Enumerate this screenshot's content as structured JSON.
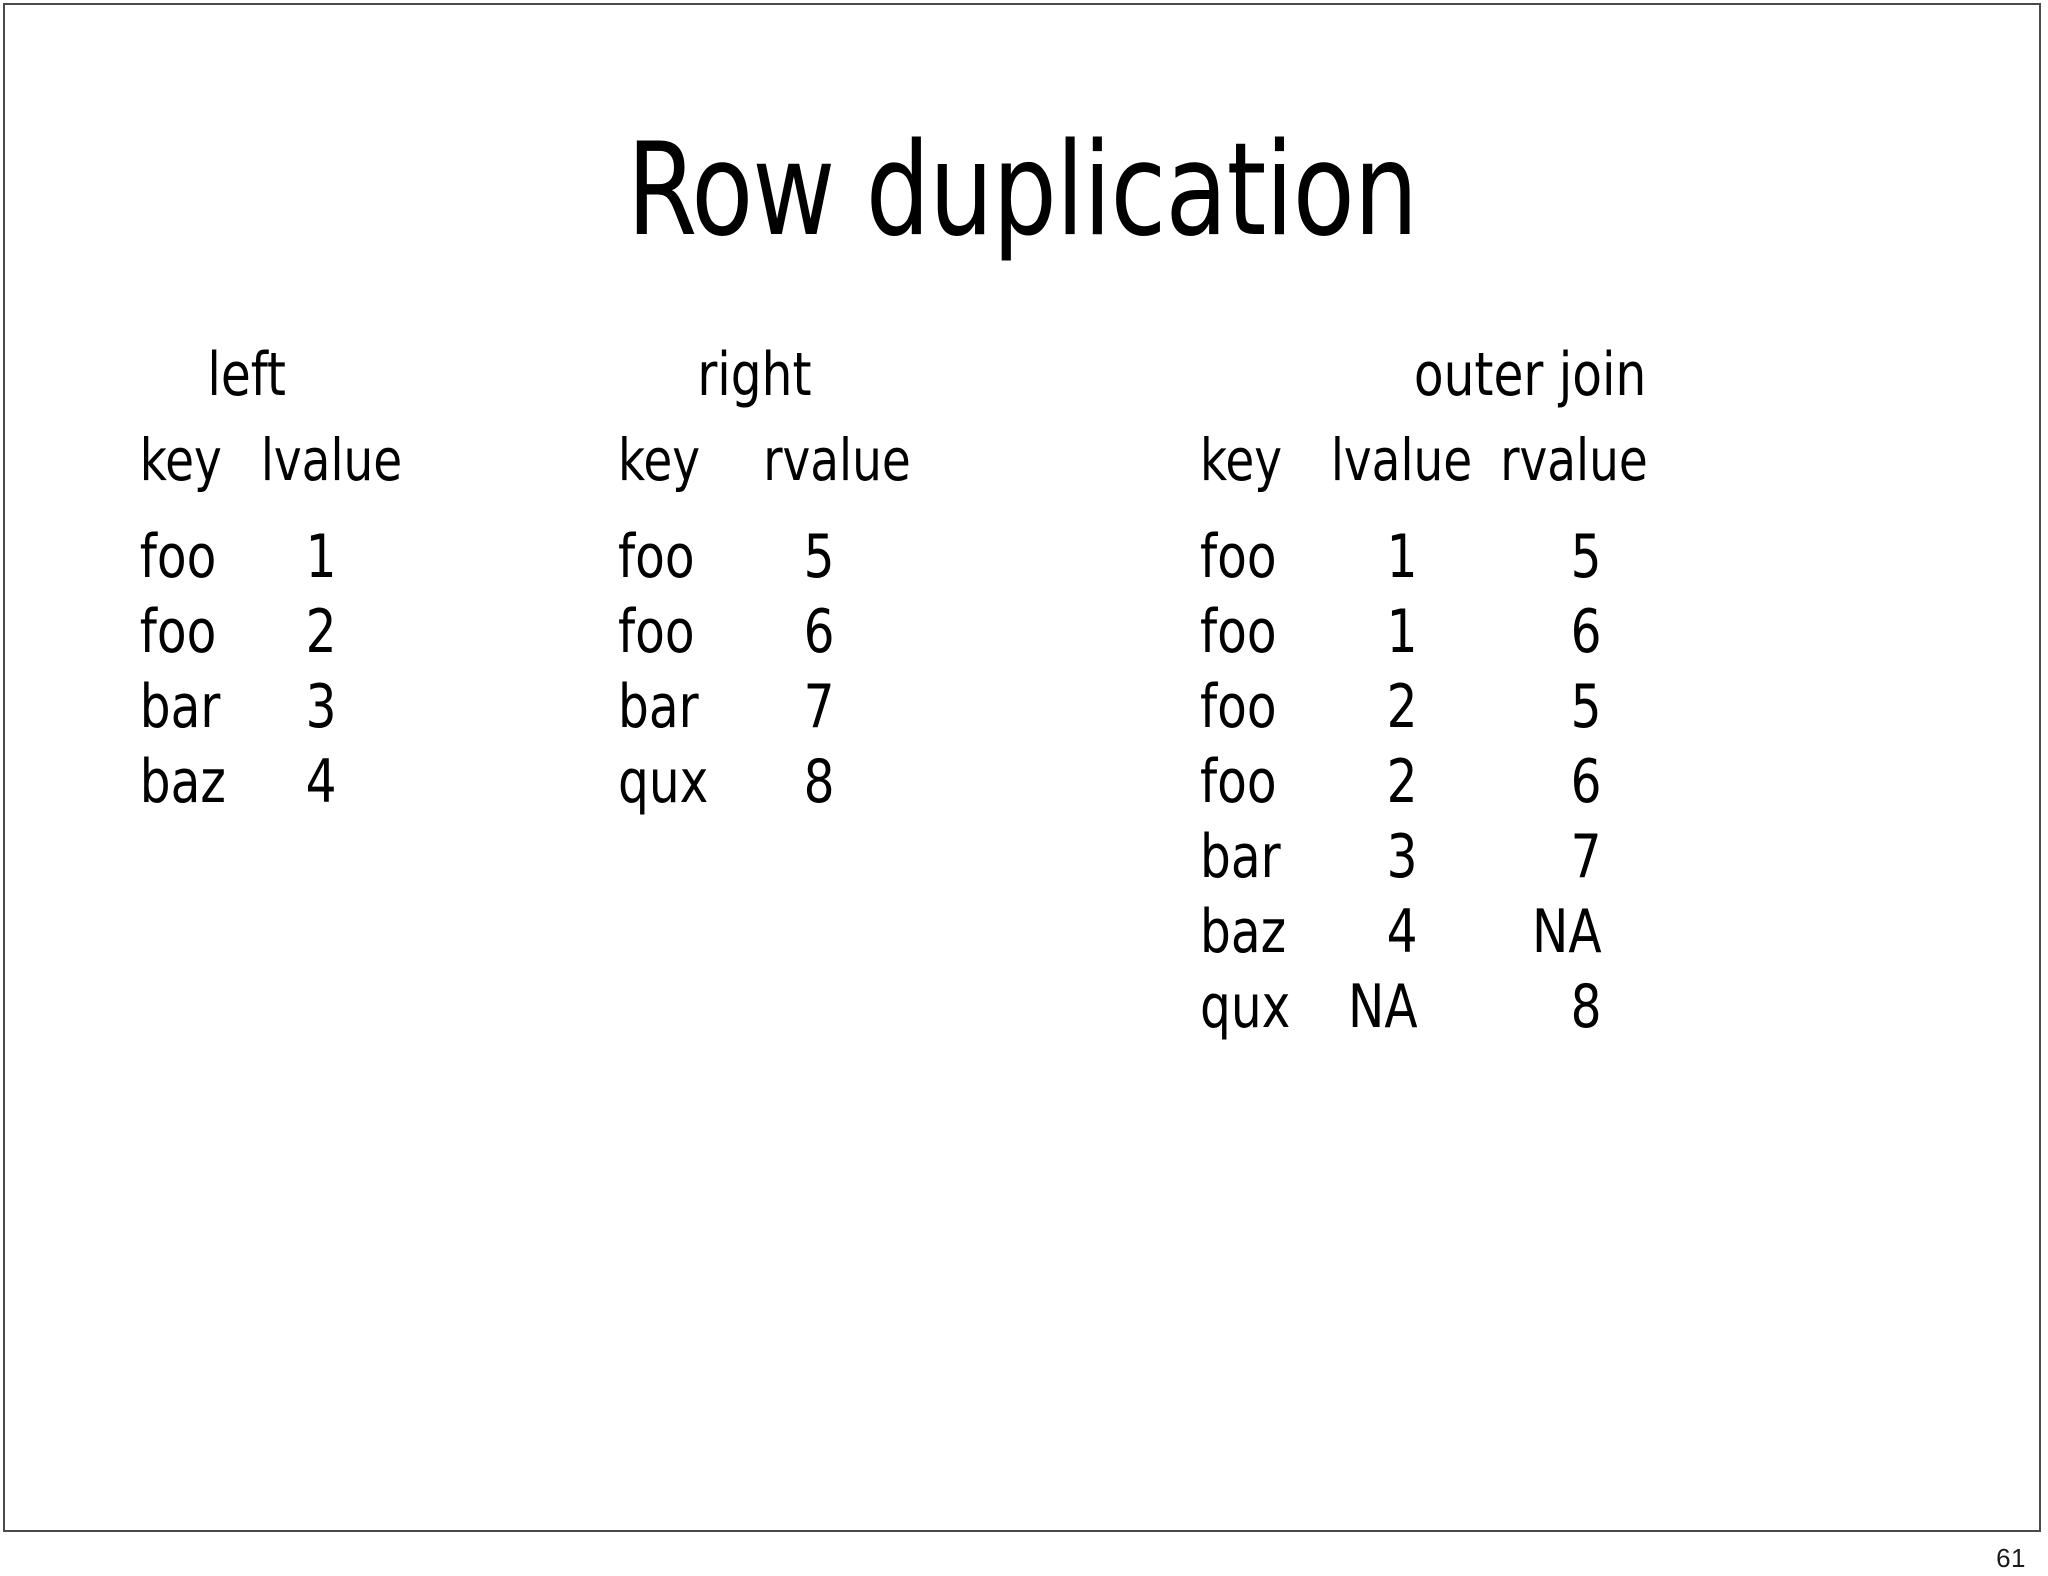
{
  "slide": {
    "title": "Row duplication",
    "page_number": "61"
  },
  "tables": {
    "left": {
      "caption": "left",
      "headers": [
        "key",
        "lvalue"
      ],
      "rows": [
        [
          "foo",
          "1"
        ],
        [
          "foo",
          "2"
        ],
        [
          "bar",
          "3"
        ],
        [
          "baz",
          "4"
        ]
      ]
    },
    "right": {
      "caption": "right",
      "headers": [
        "key",
        "rvalue"
      ],
      "rows": [
        [
          "foo",
          "5"
        ],
        [
          "foo",
          "6"
        ],
        [
          "bar",
          "7"
        ],
        [
          "qux",
          "8"
        ]
      ]
    },
    "outer": {
      "caption": "outer join",
      "headers": [
        "key",
        "lvalue",
        "rvalue"
      ],
      "rows": [
        [
          "foo",
          "1",
          "5"
        ],
        [
          "foo",
          "1",
          "6"
        ],
        [
          "foo",
          "2",
          "5"
        ],
        [
          "foo",
          "2",
          "6"
        ],
        [
          "bar",
          "3",
          "7"
        ],
        [
          "baz",
          "4",
          "NA"
        ],
        [
          "qux",
          "NA",
          "8"
        ]
      ]
    }
  }
}
